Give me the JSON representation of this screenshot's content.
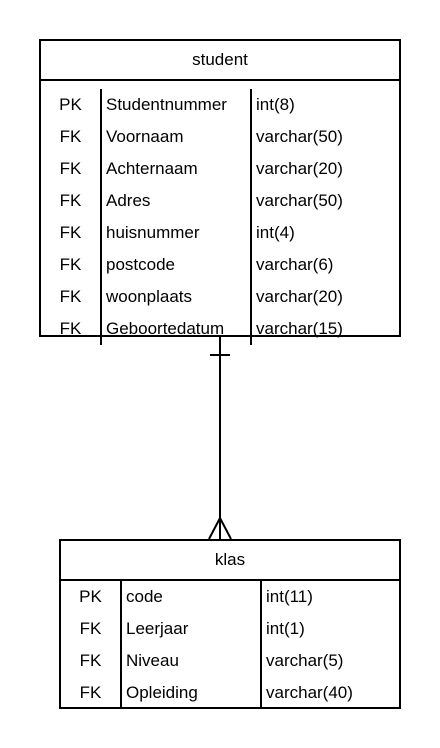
{
  "entities": {
    "student": {
      "title": "student",
      "rows": [
        {
          "key": "PK",
          "name": "Studentnummer",
          "type": "int(8)"
        },
        {
          "key": "FK",
          "name": "Voornaam",
          "type": "varchar(50)"
        },
        {
          "key": "FK",
          "name": "Achternaam",
          "type": "varchar(20)"
        },
        {
          "key": "FK",
          "name": "Adres",
          "type": "varchar(50)"
        },
        {
          "key": "FK",
          "name": "huisnummer",
          "type": "int(4)"
        },
        {
          "key": "FK",
          "name": "postcode",
          "type": "varchar(6)"
        },
        {
          "key": "FK",
          "name": "woonplaats",
          "type": "varchar(20)"
        },
        {
          "key": "FK",
          "name": "Geboortedatum",
          "type": "varchar(15)"
        }
      ]
    },
    "klas": {
      "title": "klas",
      "rows": [
        {
          "key": "PK",
          "name": "code",
          "type": "int(11)"
        },
        {
          "key": "FK",
          "name": "Leerjaar",
          "type": "int(1)"
        },
        {
          "key": "FK",
          "name": "Niveau",
          "type": "varchar(5)"
        },
        {
          "key": "FK",
          "name": "Opleiding",
          "type": "varchar(40)"
        }
      ]
    }
  },
  "relationship": {
    "from": "student",
    "to": "klas",
    "from_cardinality": "one",
    "to_cardinality": "many"
  }
}
